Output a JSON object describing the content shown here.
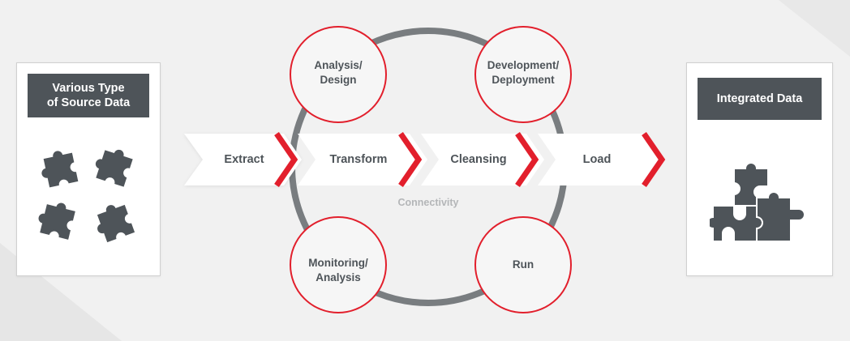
{
  "source_box": {
    "title": "Various Type\nof Source Data"
  },
  "target_box": {
    "title": "Integrated Data"
  },
  "process_steps": [
    {
      "label": "Extract"
    },
    {
      "label": "Transform"
    },
    {
      "label": "Cleansing"
    },
    {
      "label": "Load"
    }
  ],
  "lifecycle": {
    "center_label": "Connectivity",
    "stages": [
      {
        "label": "Analysis/\nDesign"
      },
      {
        "label": "Development/\nDeployment"
      },
      {
        "label": "Monitoring/\nAnalysis"
      },
      {
        "label": "Run"
      }
    ]
  },
  "colors": {
    "accent_red": "#e21f2c",
    "dark_gray": "#4e5459",
    "ring_gray": "#797d80",
    "background": "#f1f1f1"
  },
  "icons": [
    "puzzle-piece-icon",
    "connected-puzzle-icon"
  ]
}
